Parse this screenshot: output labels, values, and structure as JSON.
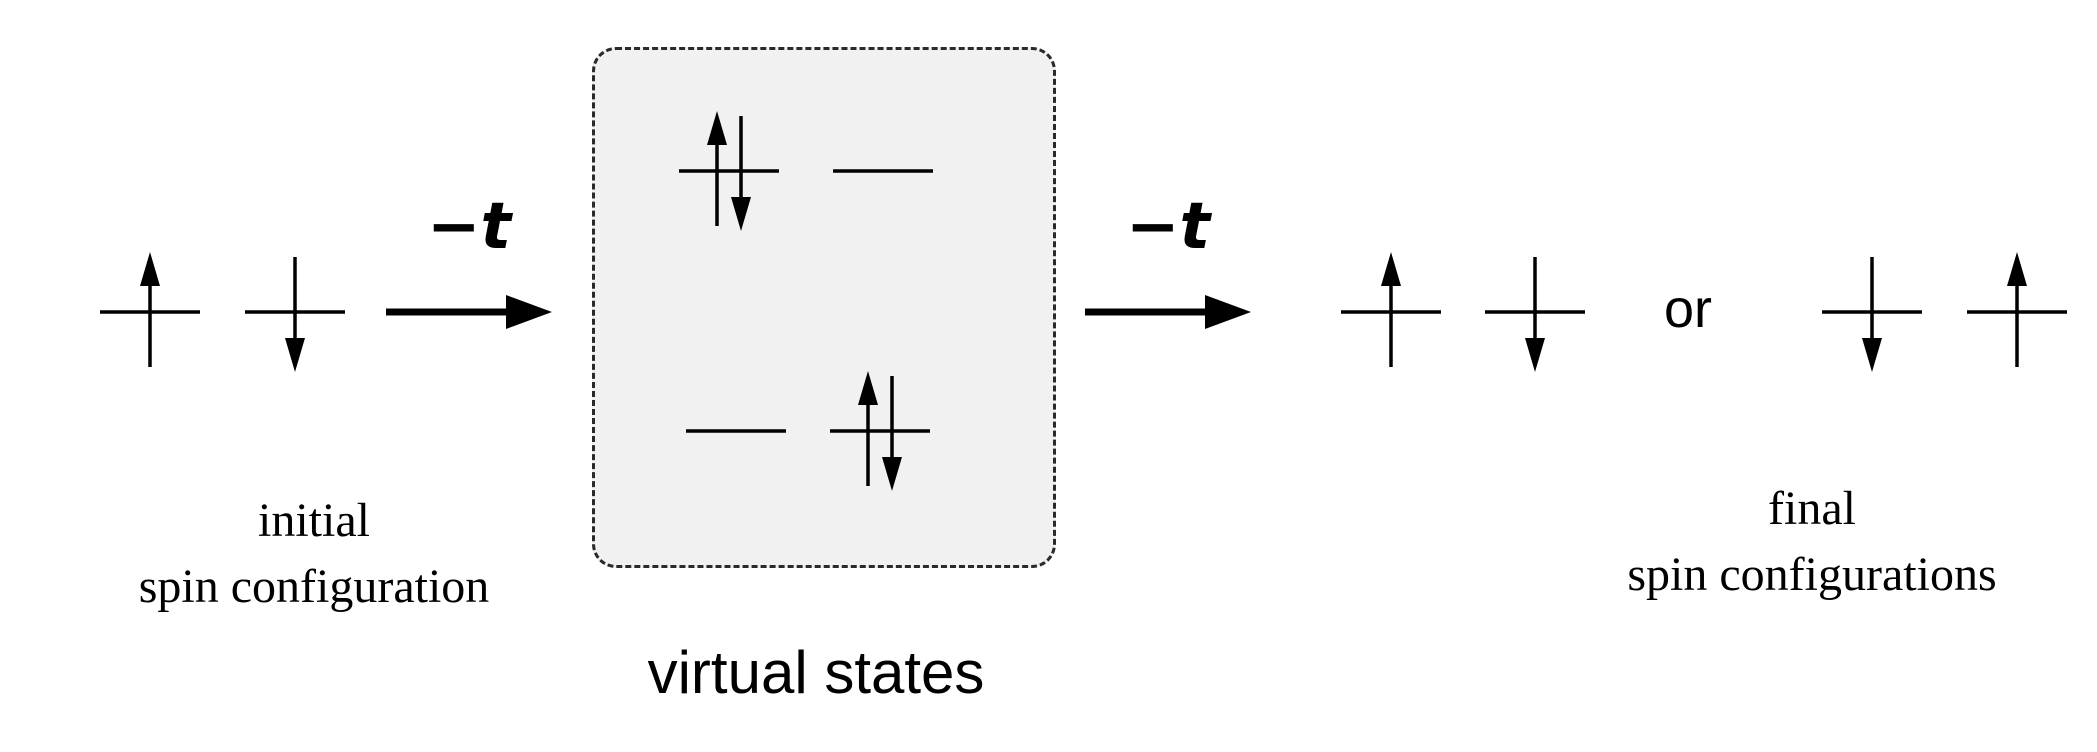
{
  "diagram": {
    "title_implicit": "superexchange hopping process",
    "initial": {
      "label_line1": "initial",
      "label_line2": "spin configuration",
      "sites": [
        "up",
        "down"
      ]
    },
    "hop_left": {
      "label": "−t"
    },
    "virtual": {
      "label": "virtual states",
      "states": [
        {
          "sites": [
            "double",
            "empty"
          ]
        },
        {
          "sites": [
            "empty",
            "double"
          ]
        }
      ]
    },
    "hop_right": {
      "label": "−t"
    },
    "final": {
      "label_line1": "final",
      "label_line2": "spin configurations",
      "or_label": "or",
      "configurations": [
        [
          "up",
          "down"
        ],
        [
          "down",
          "up"
        ]
      ]
    },
    "colors": {
      "ink": "#000000",
      "box_fill": "#f1f1f1",
      "box_border": "#2a2a2a"
    }
  }
}
